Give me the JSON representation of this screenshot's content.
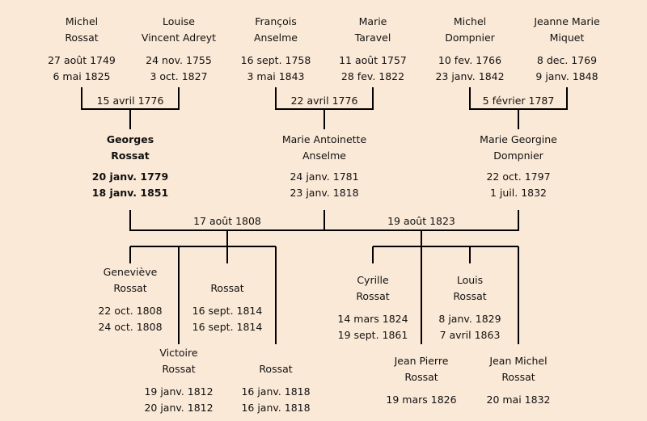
{
  "grandparents": [
    {
      "first": "Michel",
      "last": "Rossat",
      "birth": "27 août 1749",
      "death": "6 mai 1825"
    },
    {
      "first": "Louise",
      "last": "Vincent Adreyt",
      "birth": "24 nov. 1755",
      "death": "3 oct. 1827"
    },
    {
      "first": "François",
      "last": "Anselme",
      "birth": "16 sept. 1758",
      "death": "3 mai 1843"
    },
    {
      "first": "Marie",
      "last": "Taravel",
      "birth": "11 août 1757",
      "death": "28 fev. 1822"
    },
    {
      "first": "Michel",
      "last": "Dompnier",
      "birth": "10 fev. 1766",
      "death": "23 janv. 1842"
    },
    {
      "first": "Jeanne Marie",
      "last": "Miquet",
      "birth": "8 dec. 1769",
      "death": "9 janv. 1848"
    }
  ],
  "grandparent_marriages": [
    "15 avril 1776",
    "22 avril 1776",
    "5 février 1787"
  ],
  "parents": [
    {
      "first": "Georges",
      "last": "Rossat",
      "birth": "20 janv. 1779",
      "death": "18 janv. 1851",
      "highlighted": true
    },
    {
      "first": "Marie Antoinette",
      "last": "Anselme",
      "birth": "24 janv. 1781",
      "death": "23 janv. 1818"
    },
    {
      "first": "Marie Georgine",
      "last": "Dompnier",
      "birth": "22 oct. 1797",
      "death": "1 juil. 1832"
    }
  ],
  "parent_marriages": [
    "17 août 1808",
    "19 août 1823"
  ],
  "children_first_marriage": [
    {
      "first": "Geneviève",
      "last": "Rossat",
      "birth": "22 oct. 1808",
      "death": "24 oct. 1808"
    },
    {
      "first": "Victoire",
      "last": "Rossat",
      "birth": "19 janv. 1812",
      "death": "20 janv. 1812"
    },
    {
      "first": "",
      "last": "Rossat",
      "birth": "16 sept. 1814",
      "death": "16 sept. 1814"
    },
    {
      "first": "",
      "last": "Rossat",
      "birth": "16 janv. 1818",
      "death": "16 janv. 1818"
    }
  ],
  "children_second_marriage": [
    {
      "first": "Cyrille",
      "last": "Rossat",
      "birth": "14 mars 1824",
      "death": "19 sept. 1861"
    },
    {
      "first": "Jean Pierre",
      "last": "Rossat",
      "birth": "19 mars 1826",
      "death": ""
    },
    {
      "first": "Louis",
      "last": "Rossat",
      "birth": "8 janv. 1829",
      "death": "7 avril 1863"
    },
    {
      "first": "Jean Michel",
      "last": "Rossat",
      "birth": "20 mai 1832",
      "death": ""
    }
  ]
}
